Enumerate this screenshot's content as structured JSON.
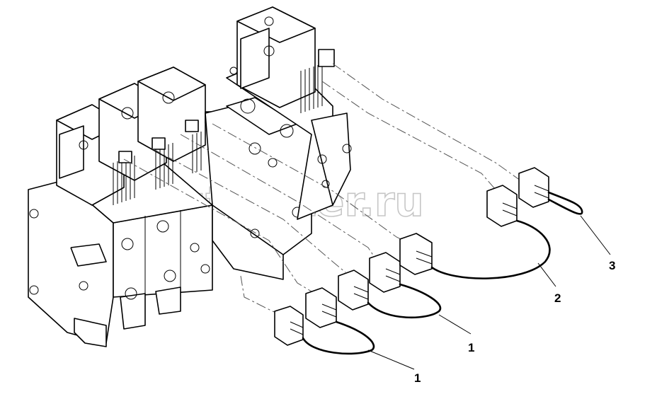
{
  "watermark": "autopiter.ru",
  "callouts": [
    {
      "id": "c1a",
      "text": "1"
    },
    {
      "id": "c1b",
      "text": "1"
    },
    {
      "id": "c2",
      "text": "2"
    },
    {
      "id": "c3",
      "text": "3"
    }
  ]
}
